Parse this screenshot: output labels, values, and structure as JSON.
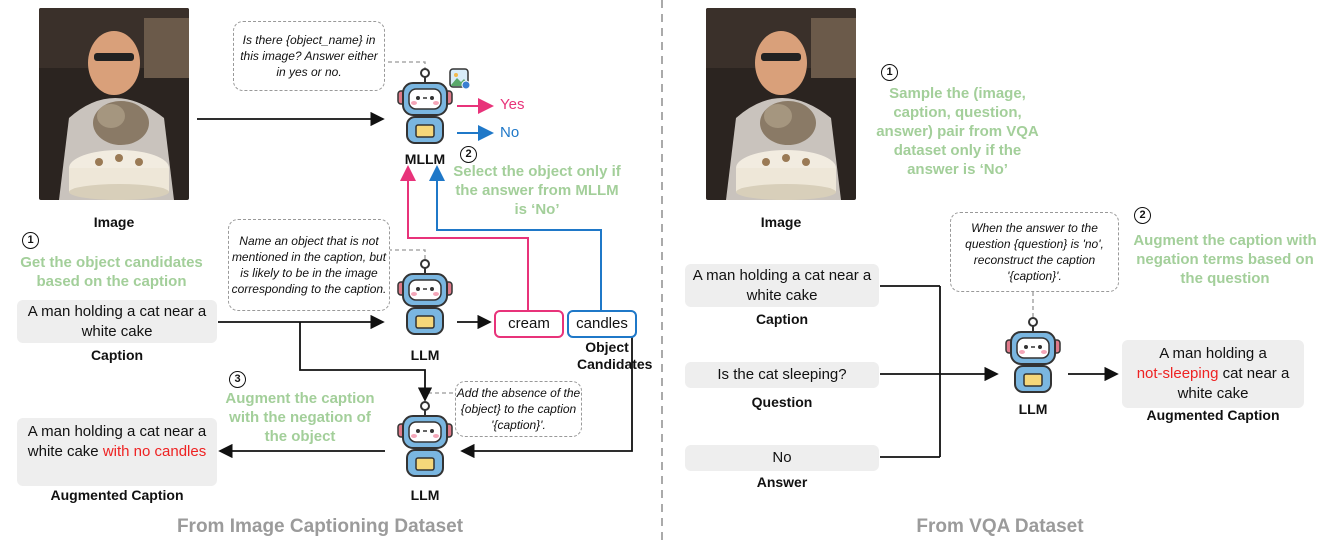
{
  "left": {
    "image_label": "Image",
    "prompt_mllm": "Is there {object_name} in this image? Answer either in yes or no.",
    "mllm_label": "MLLM",
    "yes_label": "Yes",
    "no_label": "No",
    "step1_num": "1",
    "step1_text": "Get the object candidates based on the caption",
    "step2_num": "2",
    "step2_text": "Select the object only if the answer from MLLM is ‘No’",
    "step3_num": "3",
    "step3_text": "Augment the caption with the negation of the object",
    "caption_text": "A man holding a cat near a white cake",
    "caption_label": "Caption",
    "prompt_llm": "Name an object that is not mentioned in the caption, but is likely to be in the image corresponding to the caption.",
    "llm_label_1": "LLM",
    "cand_1": "cream",
    "cand_2": "candles",
    "candidates_label": "Object Candidates",
    "prompt_aug": "Add the absence of the {object} to the caption '{caption}'.",
    "llm_label_2": "LLM",
    "aug_prefix": "A man holding a cat near a white cake ",
    "aug_highlight": "with no candles",
    "aug_label": "Augmented Caption",
    "footer": "From Image Captioning Dataset"
  },
  "right": {
    "image_label": "Image",
    "step1_num": "1",
    "step1_text": "Sample the (image, caption, question, answer) pair from VQA dataset only if the answer is ‘No’",
    "step2_num": "2",
    "step2_text": "Augment the caption with negation terms based on the question",
    "prompt": "When the answer to the question {question} is 'no', reconstruct the caption '{caption}'.",
    "caption_text": "A man holding a cat near a white cake",
    "caption_label": "Caption",
    "question_text": "Is the cat sleeping?",
    "question_label": "Question",
    "answer_text": "No",
    "answer_label": "Answer",
    "llm_label": "LLM",
    "aug_prefix": "A man holding a",
    "aug_highlight": "not-sleeping",
    "aug_suffix": " cat near a white cake",
    "aug_label": "Augmented Caption",
    "footer": "From VQA Dataset"
  },
  "colors": {
    "yes_arrow": "#e8337a",
    "no_arrow": "#1f78c8",
    "green_text": "#a3cf9a",
    "highlight": "#ee2222",
    "footer": "#9b9b9b"
  },
  "icons": [
    "robot-icon",
    "image-badge-icon",
    "photo-man-cat-cake"
  ]
}
